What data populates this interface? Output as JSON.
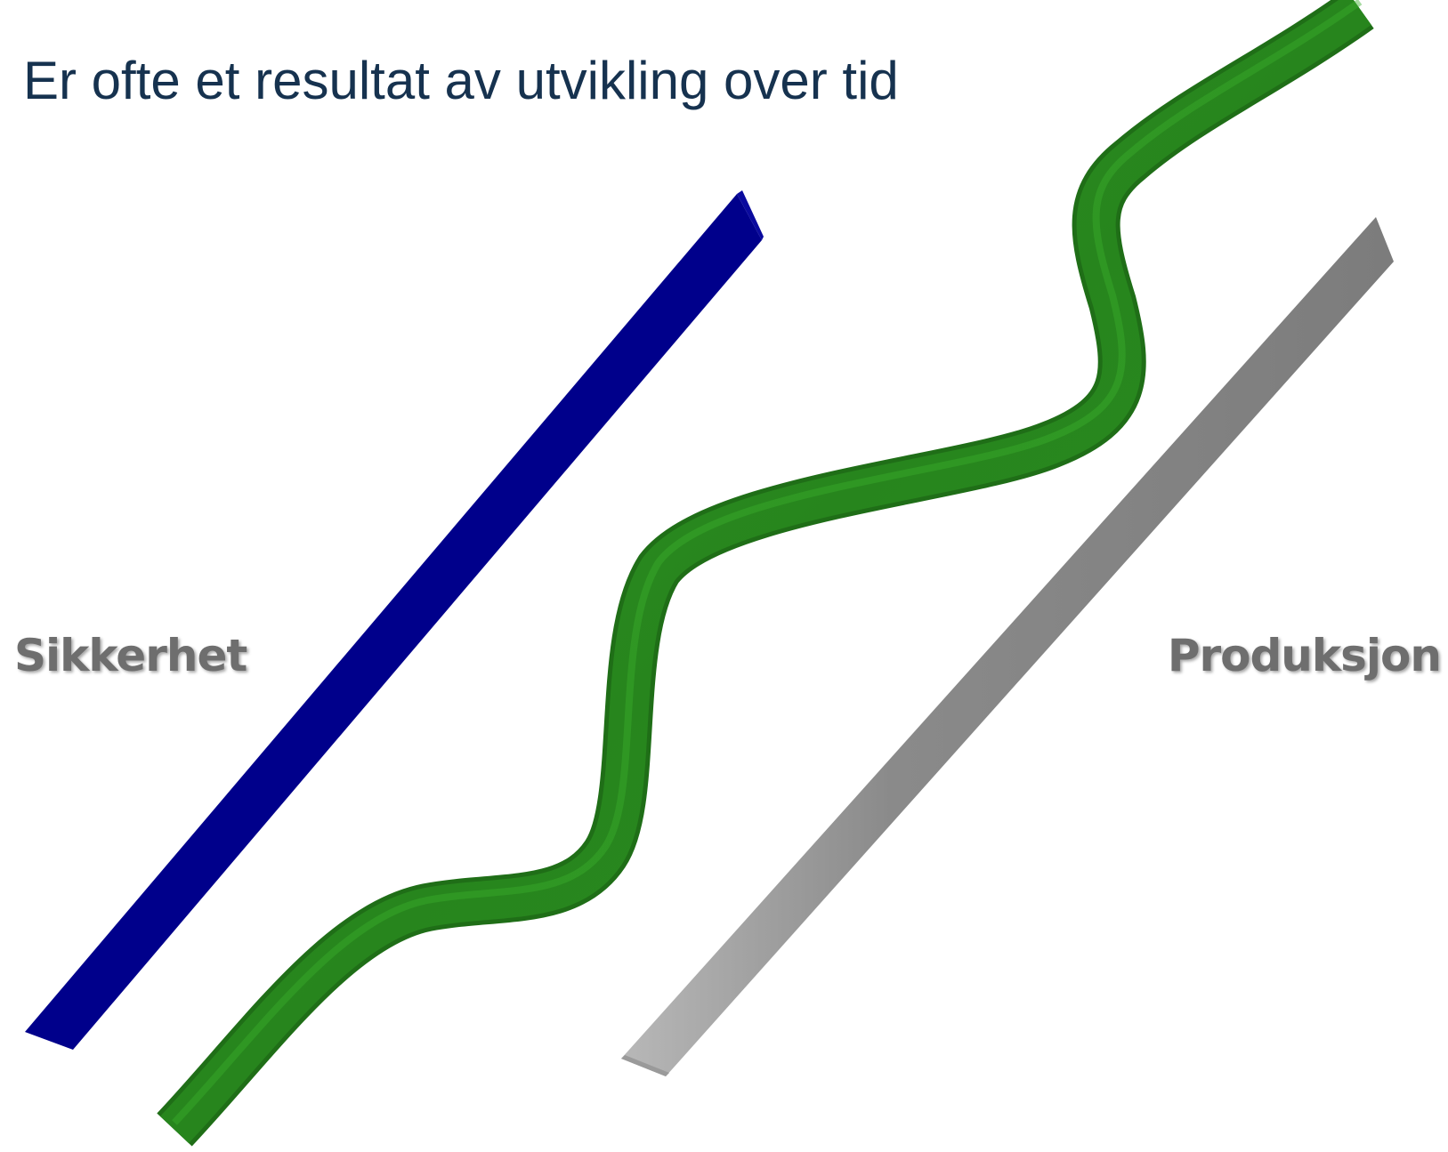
{
  "slide": {
    "title": "Er ofte et resultat av utvikling over tid"
  },
  "labels": {
    "left": "Sikkerhet",
    "right": "Produksjon"
  },
  "colors": {
    "title": "#16324f",
    "label": "#6e6e6e",
    "safety_bar": "#00008b",
    "production_bar": "#868686",
    "actual_path": "#2b8a1f"
  }
}
